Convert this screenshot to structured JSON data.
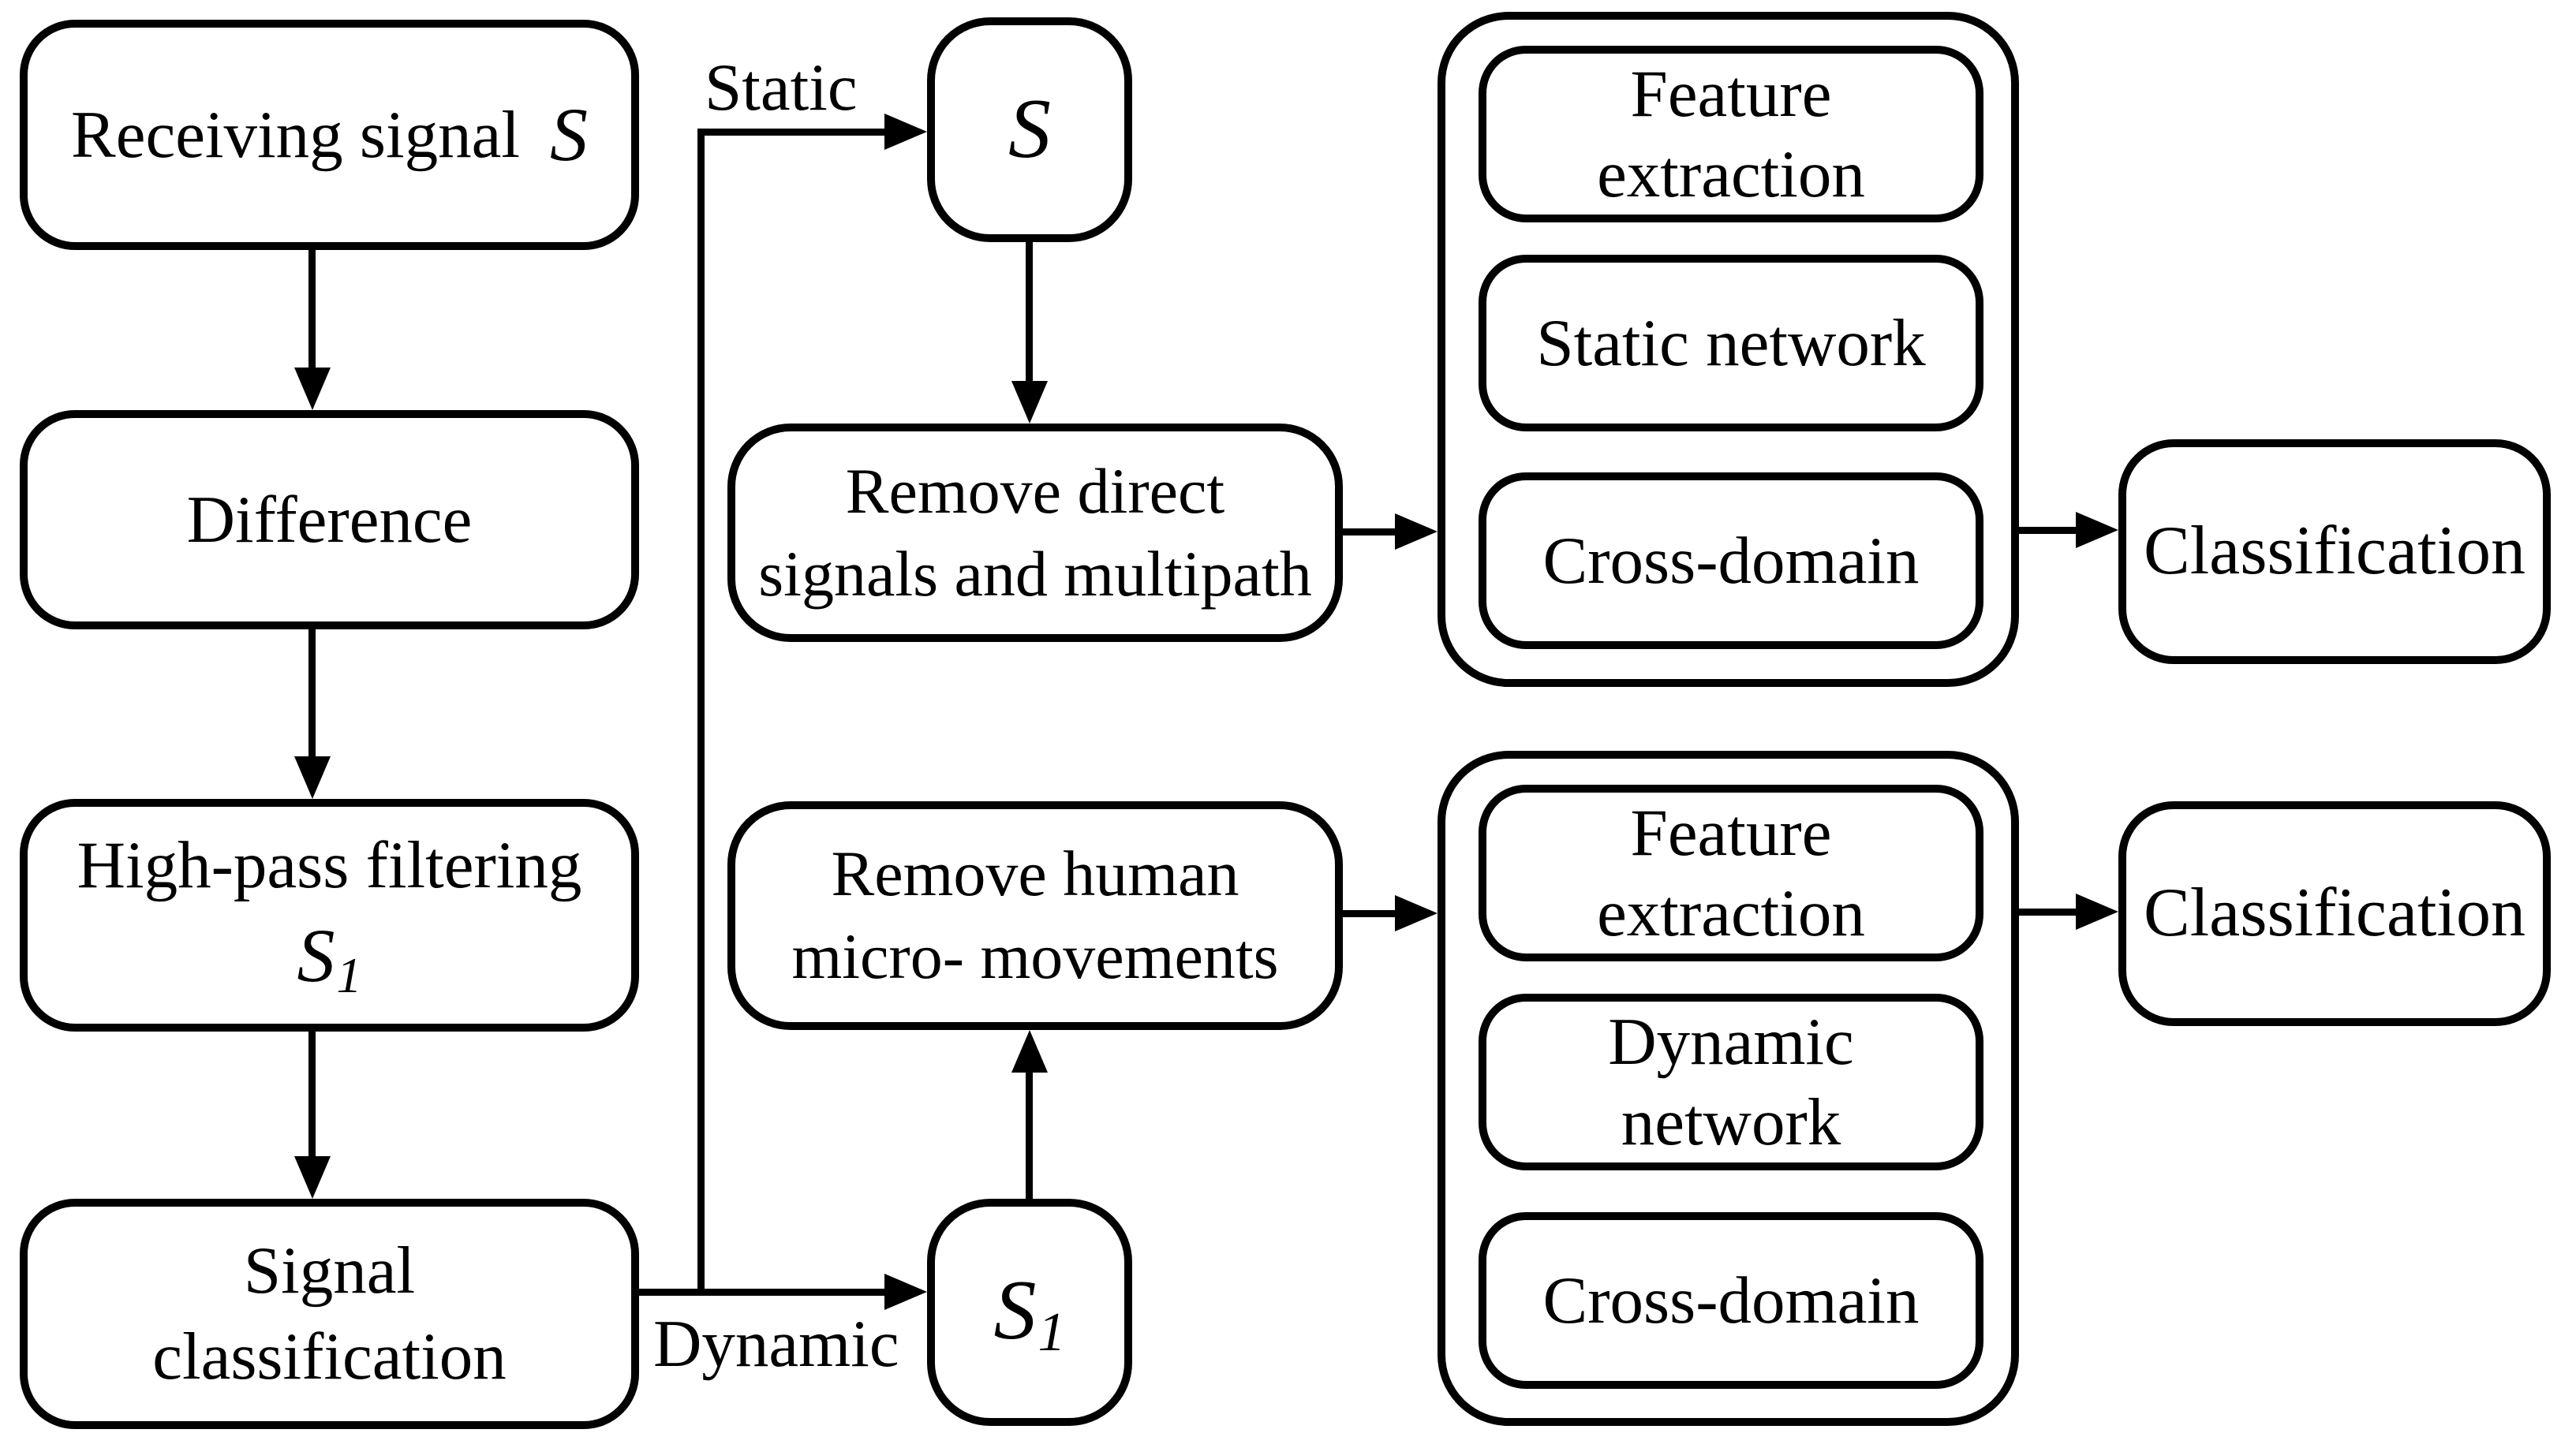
{
  "figure": {
    "background": "#ffffff",
    "line_color": "#000000",
    "nodes": {
      "receiving_signal": {
        "label": "Receiving signal",
        "variable": "S"
      },
      "difference": {
        "label": "Difference"
      },
      "high_pass": {
        "label": "High-pass filtering",
        "variable": "S",
        "subscript": "1"
      },
      "signal_classification": {
        "line1": "Signal",
        "line2": "classification"
      },
      "s_static": {
        "variable": "S"
      },
      "s_dynamic": {
        "variable": "S",
        "subscript": "1"
      },
      "remove_direct": {
        "line1": "Remove direct",
        "line2": "signals and multipath"
      },
      "remove_human": {
        "line1": "Remove human",
        "line2": "micro- movements"
      },
      "static_group": {
        "feature_extraction": {
          "line1": "Feature",
          "line2": "extraction"
        },
        "network": {
          "label": "Static network"
        },
        "cross_domain": {
          "label": "Cross-domain"
        }
      },
      "dynamic_group": {
        "feature_extraction": {
          "line1": "Feature",
          "line2": "extraction"
        },
        "network": {
          "line1": "Dynamic",
          "line2": "network"
        },
        "cross_domain": {
          "label": "Cross-domain"
        }
      },
      "classification_static": {
        "label": "Classification"
      },
      "classification_dynamic": {
        "label": "Classification"
      }
    },
    "edge_labels": {
      "static": "Static",
      "dynamic": "Dynamic"
    }
  }
}
